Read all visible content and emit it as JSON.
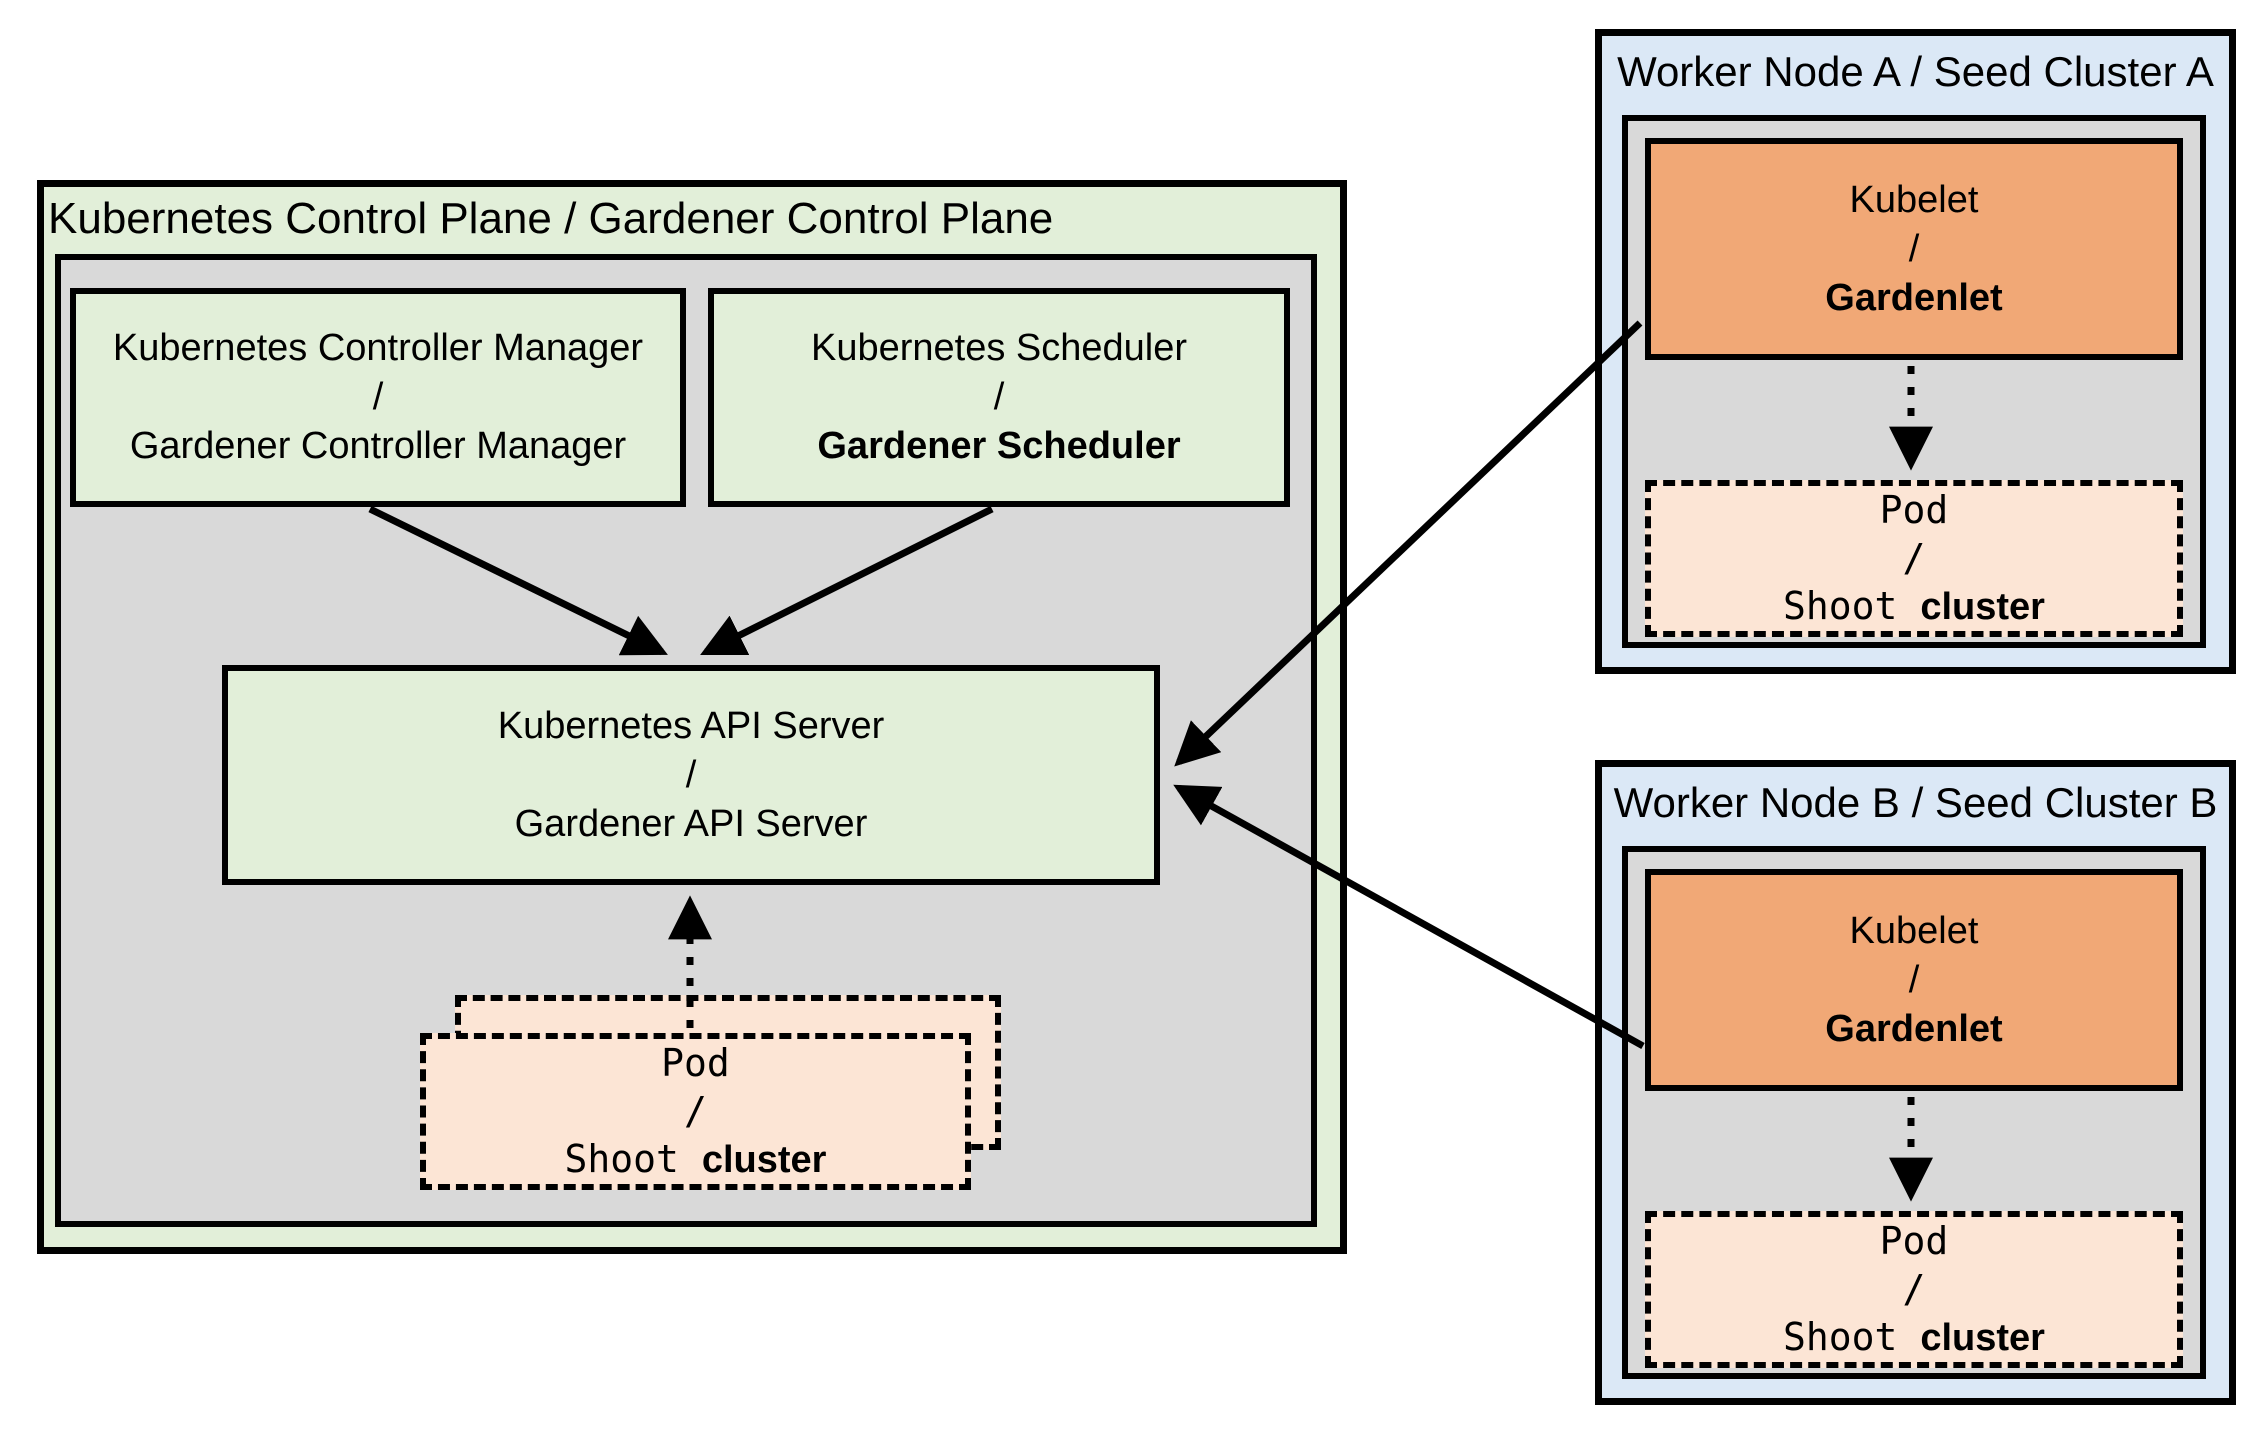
{
  "control_plane": {
    "title": "Kubernetes Control Plane / Gardener Control Plane",
    "controller_manager": {
      "line1": "Kubernetes Controller Manager",
      "sep": "/",
      "line2": "Gardener Controller Manager"
    },
    "scheduler": {
      "line1": "Kubernetes Scheduler",
      "sep": "/",
      "line2": "Gardener Scheduler"
    },
    "api_server": {
      "line1": "Kubernetes API Server",
      "sep": "/",
      "line2": "Gardener API Server"
    },
    "pod": {
      "line1": "Pod",
      "sep": "/",
      "shoot": "Shoot",
      "cluster": "cluster"
    }
  },
  "worker_nodes": [
    {
      "title": "Worker Node A / Seed Cluster A",
      "kubelet": {
        "line1": "Kubelet",
        "sep": "/",
        "line2": "Gardenlet"
      },
      "pod": {
        "line1": "Pod",
        "sep": "/",
        "shoot": "Shoot",
        "cluster": "cluster"
      }
    },
    {
      "title": "Worker Node B / Seed Cluster B",
      "kubelet": {
        "line1": "Kubelet",
        "sep": "/",
        "line2": "Gardenlet"
      },
      "pod": {
        "line1": "Pod",
        "sep": "/",
        "shoot": "Shoot",
        "cluster": "cluster"
      }
    }
  ],
  "colors": {
    "container_green": "#e2efd9",
    "inner_gray": "#d9d9d9",
    "node_blue": "#dbe8f6",
    "kubelet_orange": "#f1a876",
    "pod_peach": "#fce5d5",
    "border_black": "#000000"
  }
}
